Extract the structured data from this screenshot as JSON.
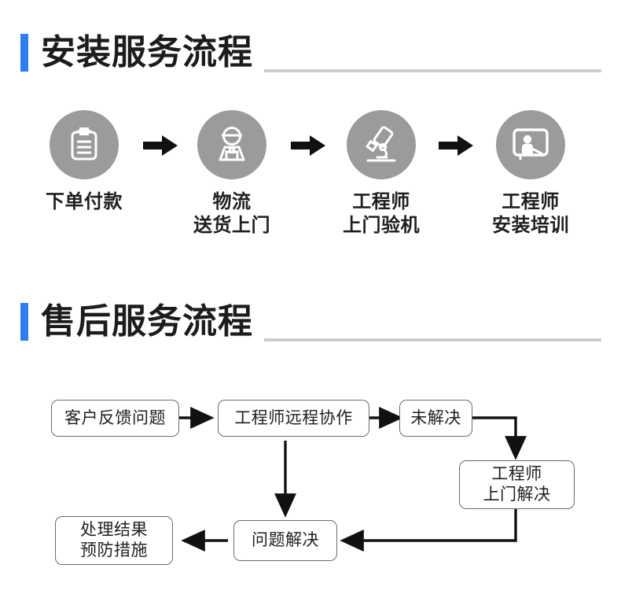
{
  "page": {
    "background": "#ffffff",
    "accent_color": "#2f7ef0",
    "rule_color": "#cccccc",
    "circle_color": "#9b9b9b",
    "box_border_color": "#6b6b6b",
    "arrow_color": "#111111"
  },
  "sections": [
    {
      "id": "install",
      "title": "安装服务流程"
    },
    {
      "id": "aftersales",
      "title": "售后服务流程"
    }
  ],
  "install_steps": [
    {
      "icon": "clipboard-icon",
      "label": "下单付款"
    },
    {
      "icon": "delivery-person-icon",
      "label": "物流\n送货上门"
    },
    {
      "icon": "microscope-icon",
      "label": "工程师\n上门验机"
    },
    {
      "icon": "training-board-icon",
      "label": "工程师\n安装培训"
    }
  ],
  "install_arrows": [
    {
      "name": "arrow-step-1-to-2"
    },
    {
      "name": "arrow-step-2-to-3"
    },
    {
      "name": "arrow-step-3-to-4"
    }
  ],
  "flow_nodes": [
    {
      "id": "customer-feedback",
      "label": "客户反馈问题"
    },
    {
      "id": "engineer-remote-support",
      "label": "工程师远程协作"
    },
    {
      "id": "unresolved",
      "label": "未解决"
    },
    {
      "id": "engineer-onsite-fix",
      "label": "工程师\n上门解决"
    },
    {
      "id": "problem-solved",
      "label": "问题解决"
    },
    {
      "id": "result-and-prevention",
      "label": "处理结果\n预防措施"
    }
  ],
  "flow_edges": [
    {
      "id": "edge-feedback-to-remote",
      "from": "customer-feedback",
      "to": "engineer-remote-support"
    },
    {
      "id": "edge-remote-to-unresolved",
      "from": "engineer-remote-support",
      "to": "unresolved"
    },
    {
      "id": "edge-unresolved-to-onsite",
      "from": "unresolved",
      "to": "engineer-onsite-fix"
    },
    {
      "id": "edge-remote-to-solved",
      "from": "engineer-remote-support",
      "to": "problem-solved"
    },
    {
      "id": "edge-onsite-to-solved",
      "from": "engineer-onsite-fix",
      "to": "problem-solved"
    },
    {
      "id": "edge-solved-to-result",
      "from": "problem-solved",
      "to": "result-and-prevention"
    }
  ]
}
